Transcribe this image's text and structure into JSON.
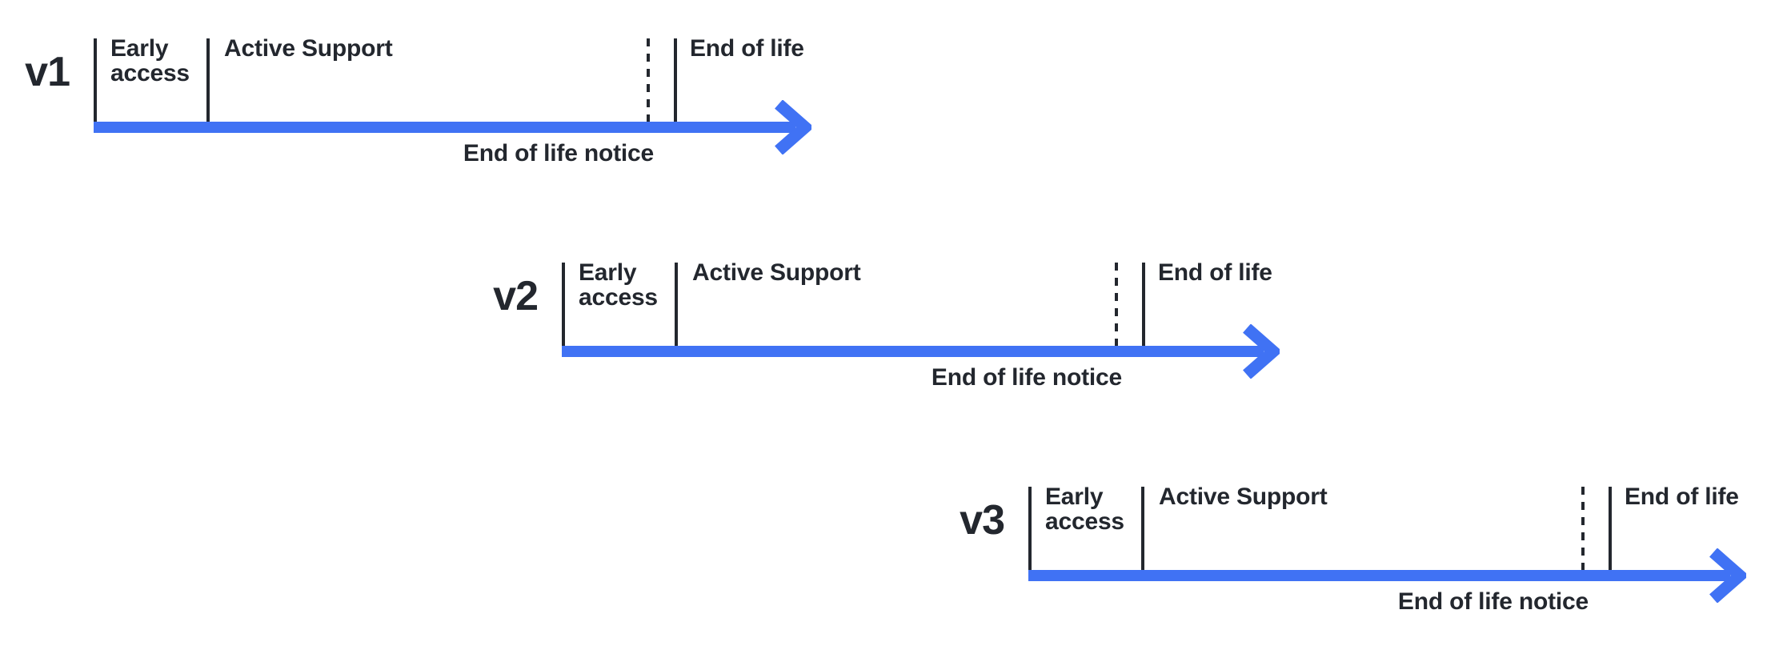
{
  "diagram": {
    "type": "release-lifecycle-timeline",
    "colors": {
      "accent_blue": "#4072F4",
      "ink": "#23272E",
      "background": "#FFFFFF"
    },
    "timelines": [
      {
        "version": "v1",
        "phases": {
          "early_access": "Early access",
          "active_support": "Active Support",
          "end_of_life": "End of life",
          "end_of_life_notice": "End of life notice"
        }
      },
      {
        "version": "v2",
        "phases": {
          "early_access": "Early access",
          "active_support": "Active Support",
          "end_of_life": "End of life",
          "end_of_life_notice": "End of life notice"
        }
      },
      {
        "version": "v3",
        "phases": {
          "early_access": "Early access",
          "active_support": "Active Support",
          "end_of_life": "End of life",
          "end_of_life_notice": "End of life notice"
        }
      }
    ]
  }
}
